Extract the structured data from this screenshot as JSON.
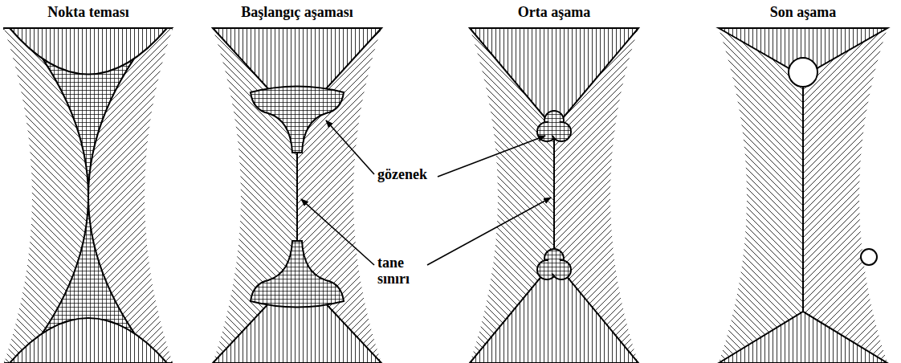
{
  "diagram": {
    "labels": [
      "Nokta teması",
      "Başlangıç aşaması",
      "Orta aşama",
      "Son aşama",
      "gözenek",
      "tane sınırı"
    ]
  }
}
